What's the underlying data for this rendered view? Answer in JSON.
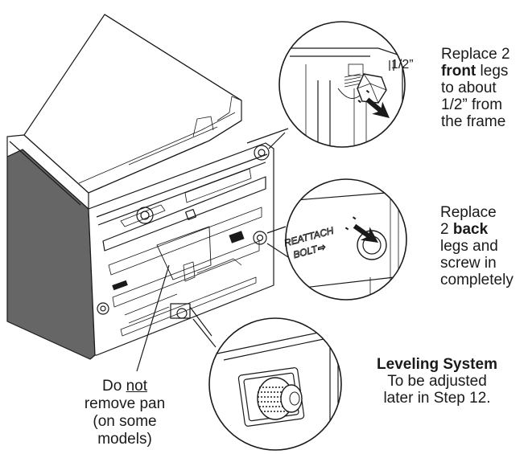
{
  "callouts": {
    "front_legs": {
      "dimension": "1/2”",
      "line1": "Replace 2",
      "bold": "front",
      "after_bold": " legs",
      "line3": "to about",
      "line4": "1/2” from",
      "line5": "the frame"
    },
    "back_legs": {
      "line1": "Replace",
      "prefix": "2 ",
      "bold": "back",
      "line3": "legs and",
      "line4": "screw in",
      "line5": "completely",
      "embossed_line1": "REATTACH",
      "embossed_line2": "BOLT⇨"
    },
    "leveling": {
      "title": "Leveling System",
      "line2": "To be adjusted",
      "line3": "later in Step 12."
    },
    "pan": {
      "word1": "Do ",
      "underlined": "not",
      "line2": "remove pan",
      "line3": "(on some",
      "line4": "models)"
    }
  },
  "colors": {
    "ink": "#1a1a1a",
    "panel": "#666666",
    "background": "#ffffff"
  },
  "icons": [
    "arrow-icon",
    "leg-bolt-icon",
    "leveling-foot-icon"
  ]
}
